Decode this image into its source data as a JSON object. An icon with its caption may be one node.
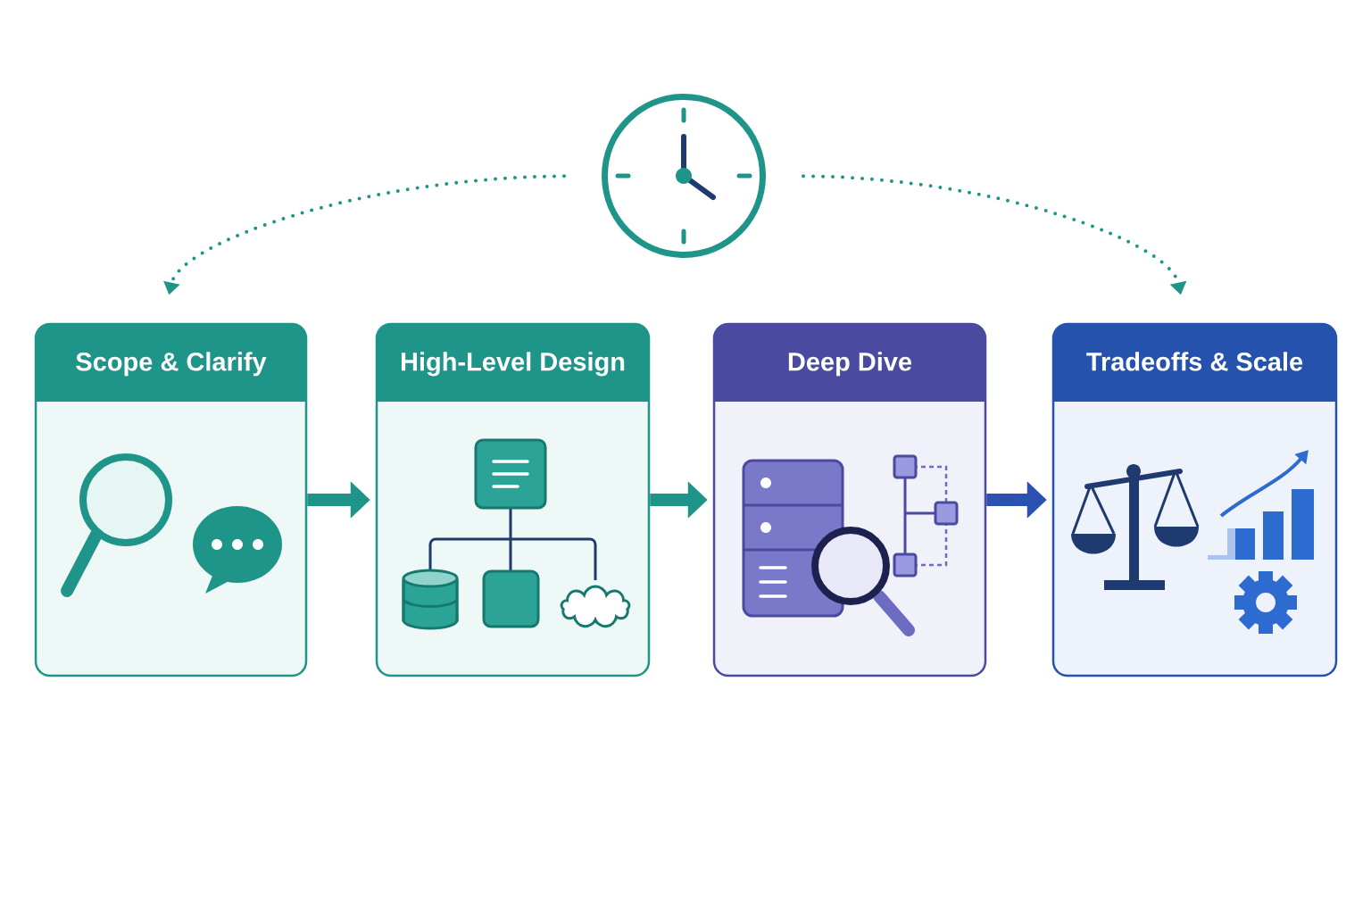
{
  "diagram": {
    "nodes": [
      {
        "text": [],
        "shape": "clock"
      },
      {
        "text": [
          "Scope & Clarify"
        ]
      },
      {
        "text": [
          "High-Level Design"
        ]
      },
      {
        "text": [
          "Deep Dive"
        ]
      },
      {
        "text": [
          "Tradeoffs & Scale"
        ]
      }
    ],
    "edges": [
      {
        "from": 0,
        "to": 1,
        "arrow": "to",
        "style": "dashed"
      },
      {
        "from": 0,
        "to": 4,
        "arrow": "to",
        "style": "dashed"
      },
      {
        "from": 1,
        "to": 2,
        "arrow": "to"
      },
      {
        "from": 2,
        "to": 3,
        "arrow": "to"
      },
      {
        "from": 3,
        "to": 4,
        "arrow": "to",
        "color": "#2b52b0"
      }
    ]
  }
}
